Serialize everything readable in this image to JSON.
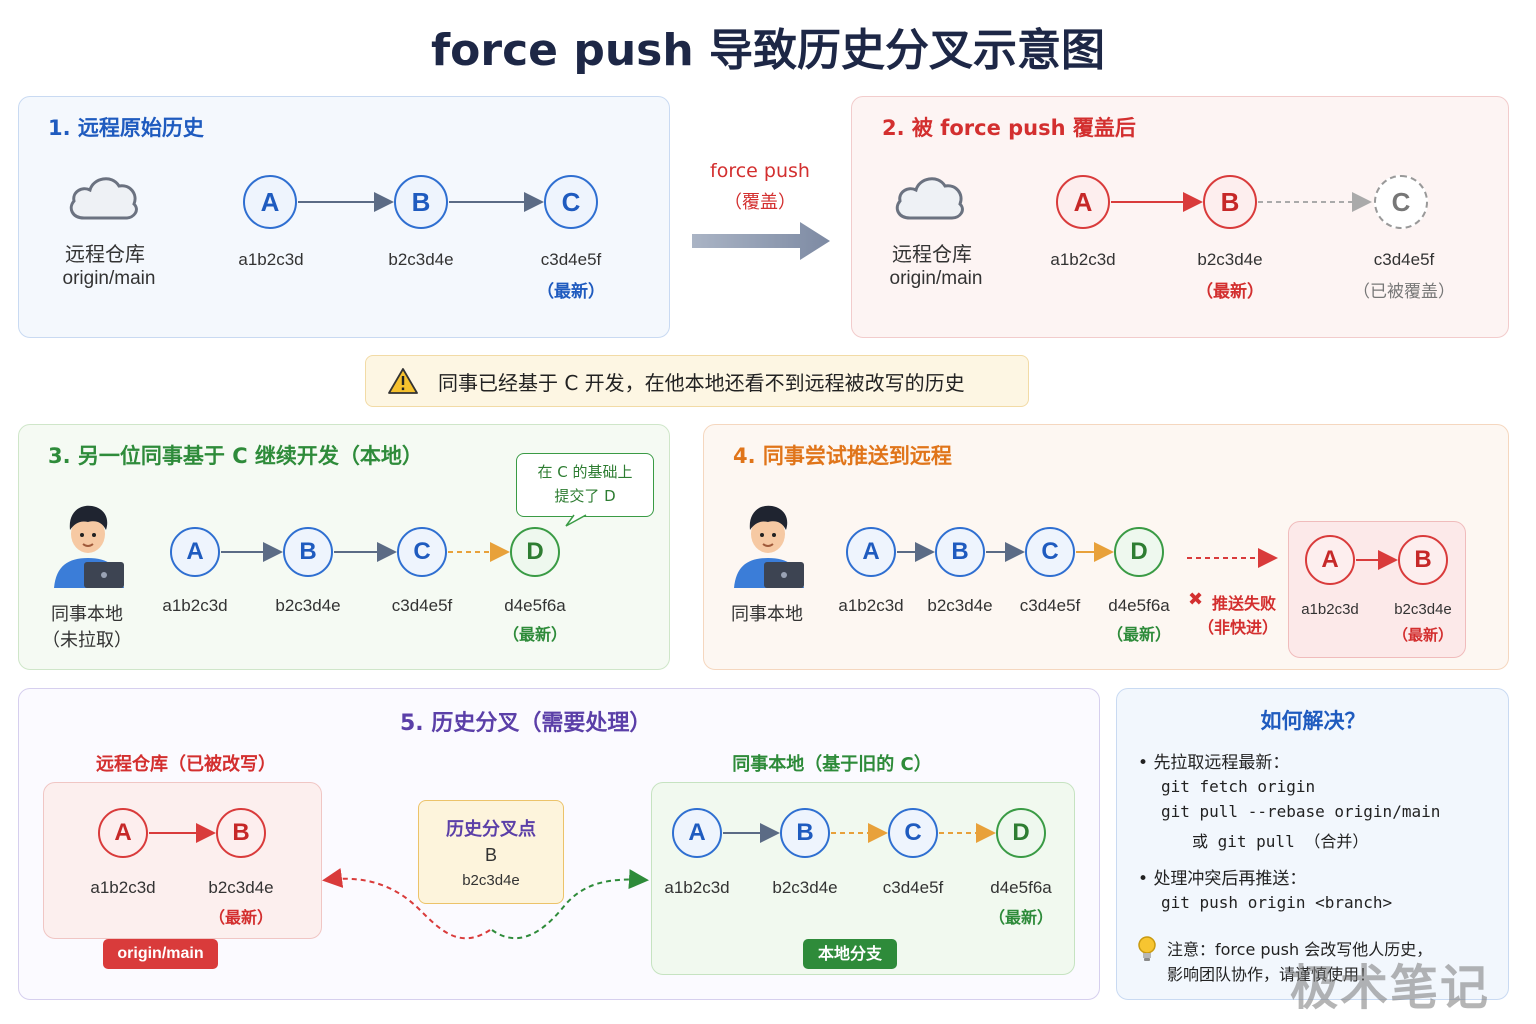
{
  "title": "force push 导致历史分叉示意图",
  "panel1": {
    "title": "1. 远程原始历史",
    "cloud_label1": "远程仓库",
    "cloud_label2": "origin/main",
    "nodes": [
      "A",
      "B",
      "C"
    ],
    "hashes": [
      "a1b2c3d",
      "b2c3d4e",
      "c3d4e5f"
    ],
    "latest": "（最新）"
  },
  "action": {
    "line1": "force push",
    "line2": "（覆盖）"
  },
  "panel2": {
    "title": "2. 被 force push 覆盖后",
    "cloud_label1": "远程仓库",
    "cloud_label2": "origin/main",
    "nodes": [
      "A",
      "B",
      "C"
    ],
    "hashes": [
      "a1b2c3d",
      "b2c3d4e",
      "c3d4e5f"
    ],
    "latest": "（最新）",
    "overwritten": "（已被覆盖）"
  },
  "warning": "同事已经基于 C 开发，在他本地还看不到远程被改写的历史",
  "panel3": {
    "title": "3. 另一位同事基于 C 继续开发（本地）",
    "person_label1": "同事本地",
    "person_label2": "（未拉取）",
    "bubble_line1": "在 C 的基础上",
    "bubble_line2": "提交了 D",
    "nodes": [
      "A",
      "B",
      "C",
      "D"
    ],
    "hashes": [
      "a1b2c3d",
      "b2c3d4e",
      "c3d4e5f",
      "d4e5f6a"
    ],
    "latest": "（最新）"
  },
  "panel4": {
    "title": "4. 同事尝试推送到远程",
    "person_label": "同事本地",
    "nodes": [
      "A",
      "B",
      "C",
      "D"
    ],
    "hashes": [
      "a1b2c3d",
      "b2c3d4e",
      "c3d4e5f",
      "d4e5f6a"
    ],
    "latest": "（最新）",
    "fail_line1": "推送失败",
    "fail_line2": "（非快进）",
    "remote_nodes": [
      "A",
      "B"
    ],
    "remote_hashes": [
      "a1b2c3d",
      "b2c3d4e"
    ],
    "remote_latest": "（最新）"
  },
  "panel5": {
    "title": "5. 历史分叉（需要处理）",
    "remote_title": "远程仓库（已被改写）",
    "remote_nodes": [
      "A",
      "B"
    ],
    "remote_hashes": [
      "a1b2c3d",
      "b2c3d4e"
    ],
    "remote_latest": "（最新）",
    "remote_badge": "origin/main",
    "fork_title": "历史分叉点",
    "fork_node": "B",
    "fork_hash": "b2c3d4e",
    "local_title": "同事本地（基于旧的 C）",
    "local_nodes": [
      "A",
      "B",
      "C",
      "D"
    ],
    "local_hashes": [
      "a1b2c3d",
      "b2c3d4e",
      "c3d4e5f",
      "d4e5f6a"
    ],
    "local_latest": "（最新）",
    "local_badge": "本地分支"
  },
  "solve": {
    "title": "如何解决？",
    "step1": "先拉取远程最新：",
    "cmd1": "git fetch origin",
    "cmd2": "git pull --rebase origin/main",
    "cmd3": "或  git pull  （合并）",
    "step2": "处理冲突后再推送：",
    "cmd4": "git push origin <branch>",
    "note1": "注意：force push 会改写他人历史，",
    "note2": "影响团队协作，请谨慎使用！"
  },
  "watermark": "极术笔记",
  "colors": {
    "blue": "#1f5bbf",
    "red": "#d32f2f",
    "green": "#2e8b3a",
    "orange": "#e0751a",
    "purple": "#5b3fa8"
  }
}
